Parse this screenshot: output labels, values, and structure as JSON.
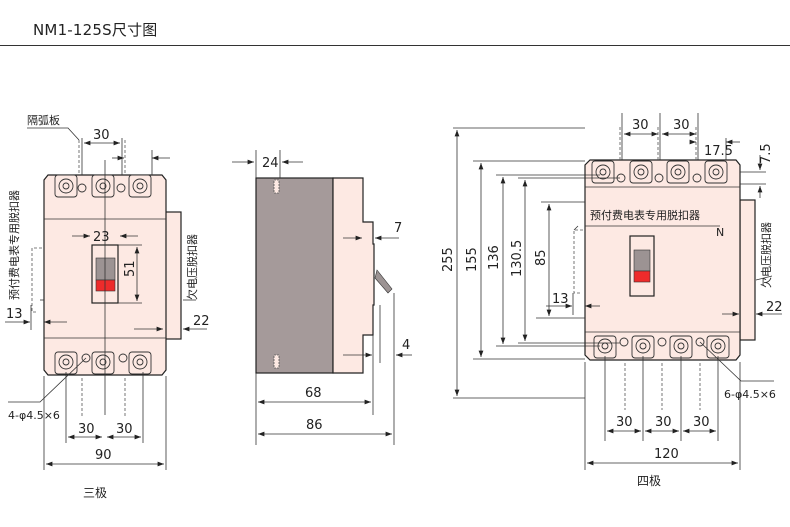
{
  "header": {
    "title": "NM1-125S尺寸图"
  },
  "three_pole": {
    "caption": "三极",
    "arc_plate_label": "隔弧板",
    "prepaid_release_label": "预付费电表专用脱扣器",
    "undervoltage_release_label": "欠电压脱扣器",
    "mounting_holes_label": "4-φ4.5×6",
    "dimensions": {
      "pole_pitch_top": "30",
      "handle_window_width": "23",
      "handle_window_height": "51",
      "left_offset": "13",
      "right_offset": "22",
      "pole_pitch_bottom_1": "30",
      "pole_pitch_bottom_2": "30",
      "overall_width": "90"
    }
  },
  "side_view": {
    "dimensions": {
      "top_offset": "24",
      "step": "7",
      "handle": "4",
      "body_depth": "68",
      "overall_depth": "86"
    }
  },
  "four_pole": {
    "caption": "四极",
    "prepaid_release_label": "预付费电表专用脱扣器",
    "undervoltage_release_label": "欠电压脱扣器",
    "neutral_label": "N",
    "mounting_holes_label": "6-φ4.5×6",
    "dimensions": {
      "pole_pitch_top_1": "30",
      "pole_pitch_top_2": "30",
      "edge_offset": "17.5",
      "top_margin": "7.5",
      "height_overall": "255",
      "height_body": "155",
      "height_terminals": "136",
      "height_holes": "130.5",
      "height_cover": "85",
      "left_offset": "13",
      "right_offset": "22",
      "pole_pitch_bottom_1": "30",
      "pole_pitch_bottom_2": "30",
      "pole_pitch_bottom_3": "30",
      "overall_width": "120"
    }
  },
  "colors": {
    "body_fill": "#fde9e3",
    "side_dark": "#a59a9a",
    "handle_red": "#ee2b2b",
    "handle_grey": "#9c9393"
  }
}
